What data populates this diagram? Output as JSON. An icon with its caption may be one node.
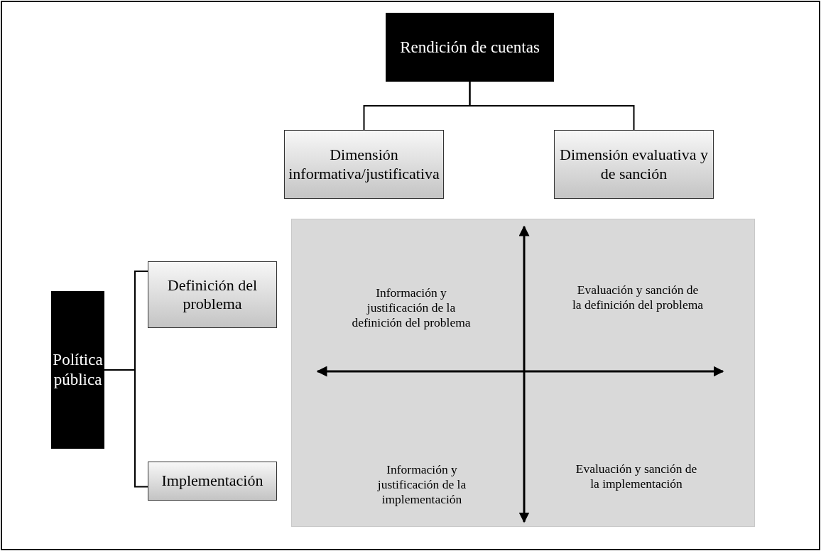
{
  "diagram": {
    "nodes": [
      {
        "text": [
          "Rendición de cuentas"
        ]
      },
      {
        "text": [
          "Dimensión informativa/justificativa"
        ]
      },
      {
        "text": [
          "Dimensión evaluativa y de sanción"
        ]
      },
      {
        "text": [
          "Información y justificación de la definición del problema",
          "Evaluación y sanción de la definición del problema",
          "Información y justificación de la implementación",
          "Evaluación y sanción de la implementación"
        ]
      },
      {
        "text": [
          "Definición del problema"
        ]
      },
      {
        "text": [
          "Política pública"
        ]
      },
      {
        "text": [
          "Implementación"
        ]
      }
    ],
    "edges": [
      {
        "from": 0,
        "to": 1,
        "arrow": "none"
      },
      {
        "from": 0,
        "to": 2,
        "arrow": "none"
      },
      {
        "from": 5,
        "to": 4,
        "arrow": "none"
      },
      {
        "from": 5,
        "to": 6,
        "arrow": "none"
      }
    ]
  }
}
